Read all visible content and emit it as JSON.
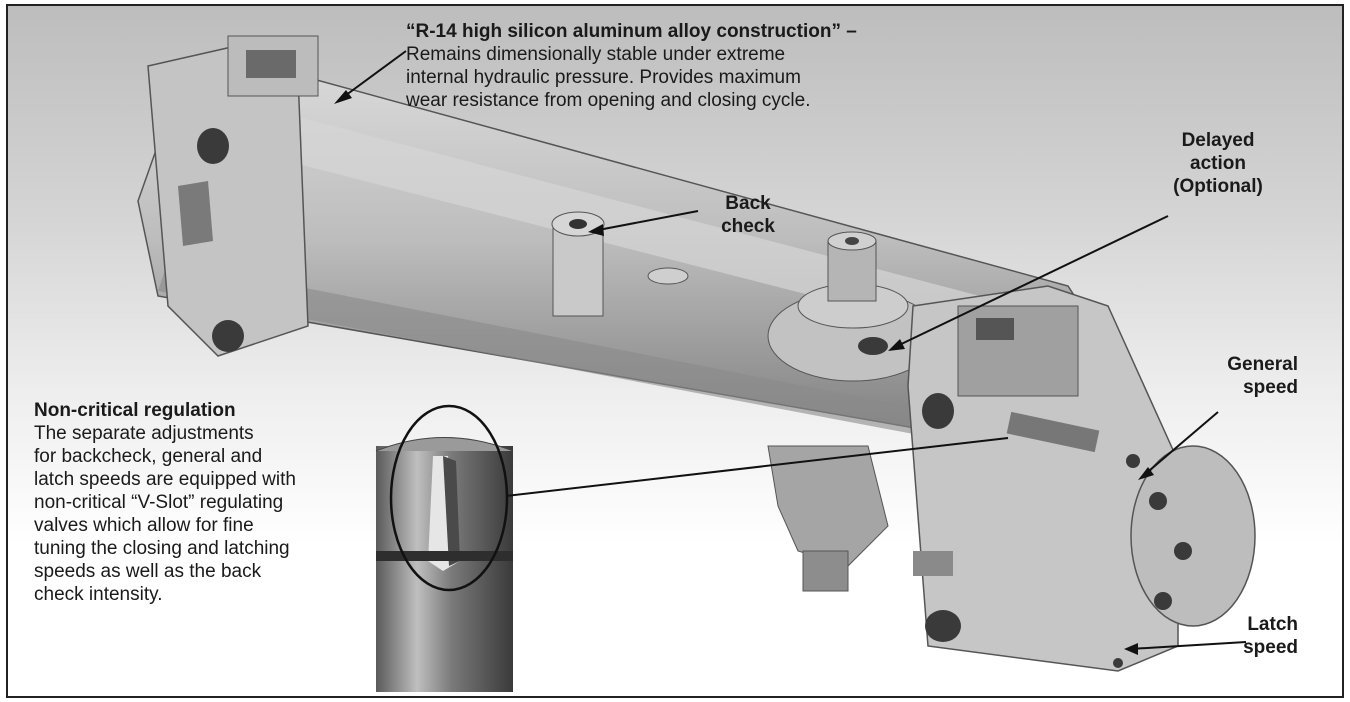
{
  "colors": {
    "frame": "#222222",
    "metal": "#b9b9b9",
    "text": "#1a1a1a"
  },
  "callouts": {
    "alloy_heading": "“R-14 high silicon aluminum alloy construction” –",
    "alloy_line1": "Remains dimensionally stable under extreme",
    "alloy_line2": "internal hydraulic pressure. Provides maximum",
    "alloy_line3": "wear resistance from opening and closing cycle.",
    "delayed_line1": "Delayed",
    "delayed_line2": "action",
    "delayed_line3": "(Optional)",
    "back_line1": "Back",
    "back_line2": "check",
    "general_line1": "General",
    "general_line2": "speed",
    "latch_line1": "Latch",
    "latch_line2": "speed",
    "regulation_heading": "Non-critical regulation",
    "regulation_lines": [
      "The separate adjustments",
      "for backcheck, general and",
      "latch speeds are equipped with",
      "non-critical “V-Slot” regulating",
      "valves which  allow for fine",
      "tuning the closing and latching",
      "speeds as well as the back",
      "check intensity."
    ]
  }
}
